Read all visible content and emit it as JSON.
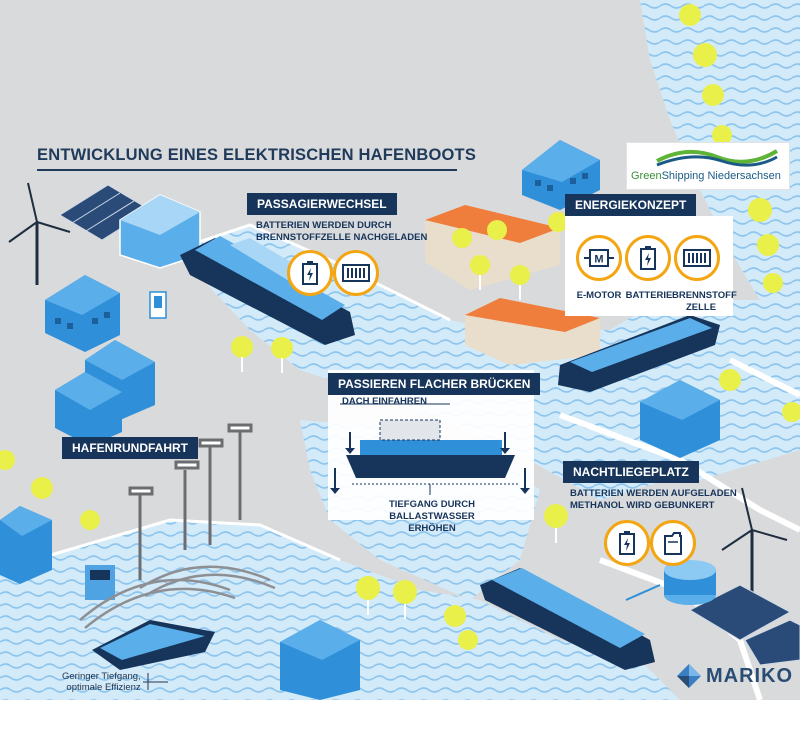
{
  "title": "ENTWICKLUNG EINES ELEKTRISCHEN HAFENBOOTS",
  "logo": {
    "name_part1": "Green",
    "name_part2": "Shipping Niedersachsen",
    "brand": "MARIKO"
  },
  "sections": {
    "passenger_change": {
      "label": "PASSAGIERWECHSEL",
      "text_line1": "BATTERIEN WERDEN DURCH",
      "text_line2": "BRENNSTOFFZELLE NACHGELADEN",
      "icons": [
        "battery-icon",
        "fuel-cell-icon"
      ]
    },
    "energy_concept": {
      "label": "ENERGIEKONZEPT",
      "items": [
        {
          "icon": "e-motor-icon",
          "glyph": "M",
          "label": "E-MOTOR"
        },
        {
          "icon": "battery-icon",
          "label": "BATTERIE"
        },
        {
          "icon": "fuel-cell-icon",
          "label_line1": "BRENNSTOFF",
          "label_line2": "ZELLE"
        }
      ]
    },
    "shallow_bridges": {
      "label": "PASSIEREN FLACHER BRÜCKEN",
      "roof_text": "DACH EINFAHREN",
      "draft_line1": "TIEFGANG DURCH",
      "draft_line2": "BALLASTWASSER",
      "draft_line3": "ERHÖHEN"
    },
    "harbour_tour": {
      "label": "HAFENRUNDFAHRT"
    },
    "night_berth": {
      "label": "NACHTLIEGEPLATZ",
      "text_line1": "BATTERIEN WERDEN AUFGELADEN",
      "text_line2": "METHANOL WIRD GEBUNKERT",
      "icons": [
        "battery-icon",
        "methanol-canister-icon"
      ]
    }
  },
  "note": {
    "line1": "Geringer Tiefgang,",
    "line2": "optimale Effizienz"
  },
  "colors": {
    "navy": "#17345a",
    "orange": "#f3a512",
    "water": "#cfe7f7",
    "building_blue": "#2f8fd8",
    "tree_yellow": "#e9f04a",
    "ground": "#d9dadb"
  }
}
